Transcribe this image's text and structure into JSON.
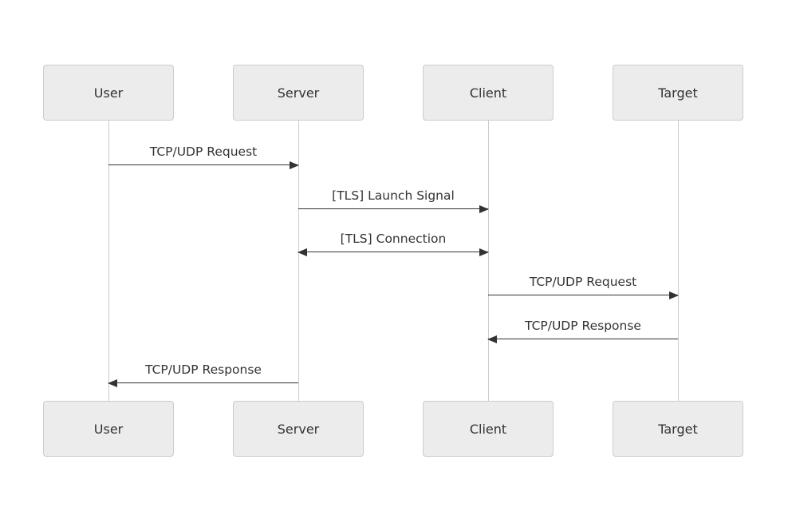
{
  "diagram": {
    "type": "sequence",
    "background": "#ffffff",
    "colors": {
      "actor_fill": "#ececec",
      "actor_border": "#cccccc",
      "lifeline": "#cccccc",
      "message_line": "#333333",
      "text": "#333333"
    },
    "actors": [
      {
        "name": "User"
      },
      {
        "name": "Server"
      },
      {
        "name": "Client"
      },
      {
        "name": "Target"
      }
    ],
    "messages": [
      {
        "from": "User",
        "to": "Server",
        "label": "TCP/UDP Request",
        "direction": "right"
      },
      {
        "from": "Server",
        "to": "Client",
        "label": "[TLS] Launch Signal",
        "direction": "right"
      },
      {
        "from": "Server",
        "to": "Client",
        "label": "[TLS] Connection",
        "direction": "both"
      },
      {
        "from": "Client",
        "to": "Target",
        "label": "TCP/UDP Request",
        "direction": "right"
      },
      {
        "from": "Target",
        "to": "Client",
        "label": "TCP/UDP Response",
        "direction": "left"
      },
      {
        "from": "Server",
        "to": "User",
        "label": "TCP/UDP Response",
        "direction": "left"
      }
    ]
  }
}
